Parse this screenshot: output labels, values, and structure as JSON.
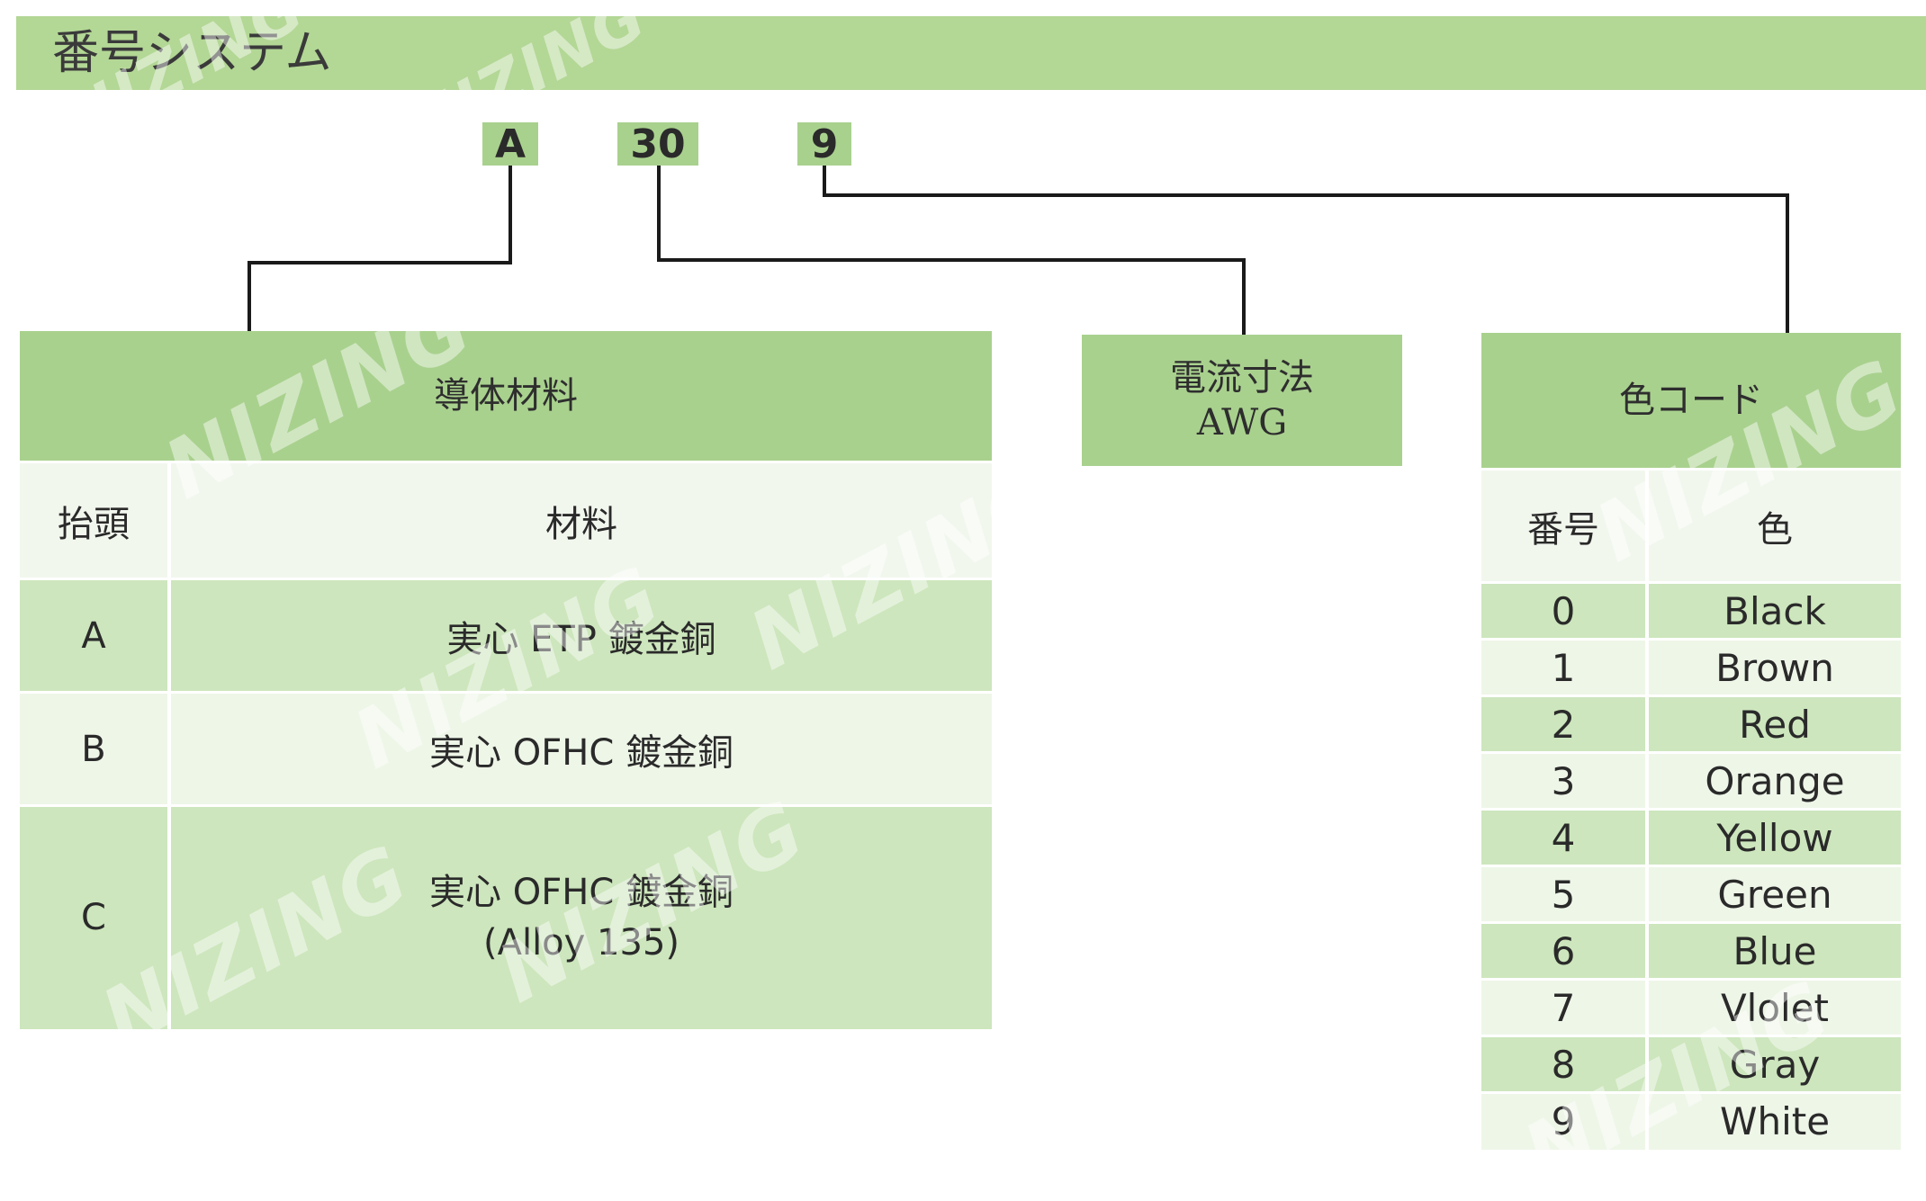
{
  "header": {
    "title": "番号システム"
  },
  "codes": [
    {
      "label": "A"
    },
    {
      "label": "30"
    },
    {
      "label": "9"
    }
  ],
  "colors": {
    "header_band": "#b3d795",
    "box_green": "#a9d18e",
    "row_dark": "#cde6bd",
    "row_light": "#eef6e8",
    "subhead": "#f2f7ee",
    "line": "#1a1a1a"
  },
  "material": {
    "heading": "導体材料",
    "col_head": "抬頭",
    "col_material": "材料",
    "rows": [
      {
        "head": "A",
        "material": "実心 ETP 鍍金銅"
      },
      {
        "head": "B",
        "material": "実心 OFHC 鍍金銅"
      },
      {
        "head": "C",
        "material": "実心 OFHC 鍍金銅\n(Alloy 135)"
      }
    ]
  },
  "awg": {
    "heading_line1": "電流寸法",
    "heading_line2": "AWG"
  },
  "color_code": {
    "heading": "色コード",
    "col_number": "番号",
    "col_color": "色",
    "rows": [
      {
        "number": "0",
        "color": "Black"
      },
      {
        "number": "1",
        "color": "Brown"
      },
      {
        "number": "2",
        "color": "Red"
      },
      {
        "number": "3",
        "color": "Orange"
      },
      {
        "number": "4",
        "color": "Yellow"
      },
      {
        "number": "5",
        "color": "Green"
      },
      {
        "number": "6",
        "color": "Blue"
      },
      {
        "number": "7",
        "color": "Vlolet"
      },
      {
        "number": "8",
        "color": "Gray"
      },
      {
        "number": "9",
        "color": "White"
      }
    ]
  },
  "watermark": {
    "text": "NIZING"
  }
}
